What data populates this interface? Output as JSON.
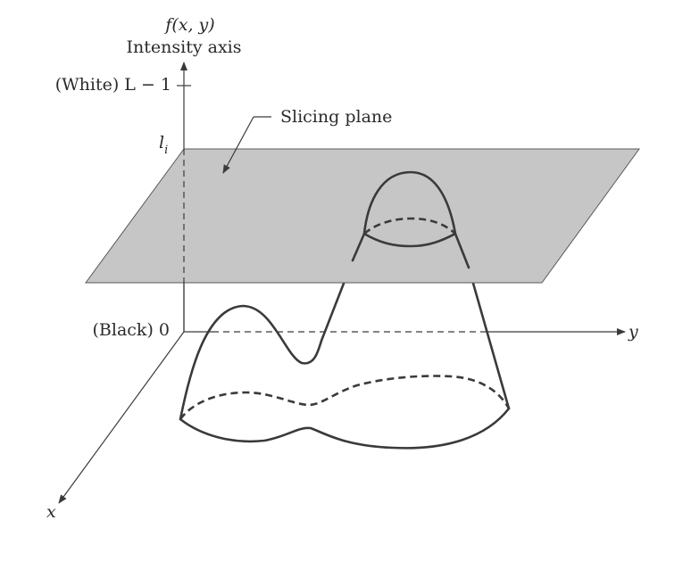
{
  "labels": {
    "function": "f(x, y)",
    "intensity_axis": "Intensity axis",
    "white_level": "(White) L − 1",
    "slice_level": "l",
    "slice_level_sub": "i",
    "slicing_plane": "Slicing plane",
    "black_level": "(Black) 0",
    "y_axis": "y",
    "x_axis": "x"
  },
  "colors": {
    "plane_fill": "#c6c6c6",
    "line": "#3a3a3a",
    "text": "#2b2b2b"
  }
}
